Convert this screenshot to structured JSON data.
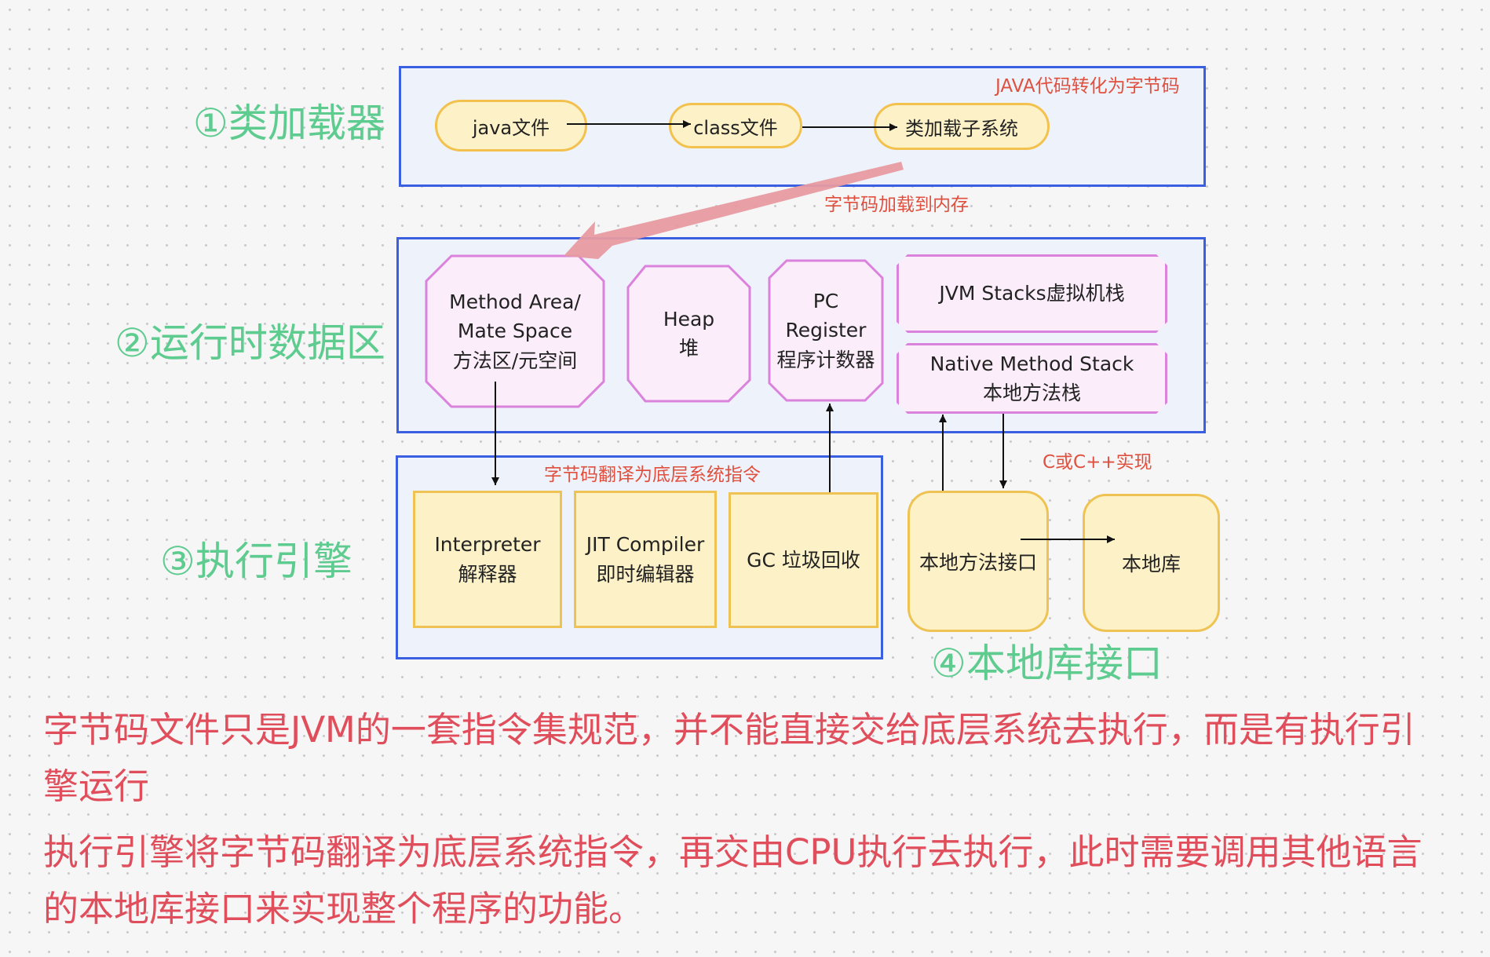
{
  "sections": {
    "loader": "①类加载器",
    "runtime": "②运行时数据区",
    "engine": "③执行引擎",
    "native": "④本地库接口"
  },
  "loader": {
    "note": "JAVA代码转化为字节码",
    "java_file": "java文件",
    "class_file": "class文件",
    "subsystem": "类加载子系统"
  },
  "load_note": "字节码加载到内存",
  "runtime": {
    "method_area": [
      "Method Area/",
      "Mate Space",
      "方法区/元空间"
    ],
    "heap": [
      "Heap",
      "堆"
    ],
    "pc": [
      "PC",
      "Register",
      "程序计数器"
    ],
    "jvm_stacks": "JVM Stacks虚拟机栈",
    "native_stack": [
      "Native Method Stack",
      "本地方法栈"
    ]
  },
  "engine": {
    "note": "字节码翻译为底层系统指令",
    "interpreter": [
      "Interpreter",
      "解释器"
    ],
    "jit": [
      "JIT Compiler",
      "即时编辑器"
    ],
    "gc": "GC 垃圾回收"
  },
  "native": {
    "note": "C或C++实现",
    "interface": "本地方法接口",
    "library": "本地库"
  },
  "paragraphs": [
    "字节码文件只是JVM的一套指令集规范，并不能直接交给底层系统去执行，而是有执行引擎运行",
    "执行引擎将字节码翻译为底层系统指令，再交由CPU执行去执行，此时需要调用其他语言的本地库接口来实现整个程序的功能。"
  ],
  "colors": {
    "section_label": "#5ecb8f",
    "container_border": "#3a5fe0",
    "note_text": "#e0503f",
    "paragraph_text": "#e04e5c",
    "yellow_fill": "#fdf1c7",
    "yellow_border": "#f2c14e",
    "pink_fill": "#fbeefa",
    "pink_border": "#db82dc",
    "big_arrow": "#e79aa0"
  }
}
